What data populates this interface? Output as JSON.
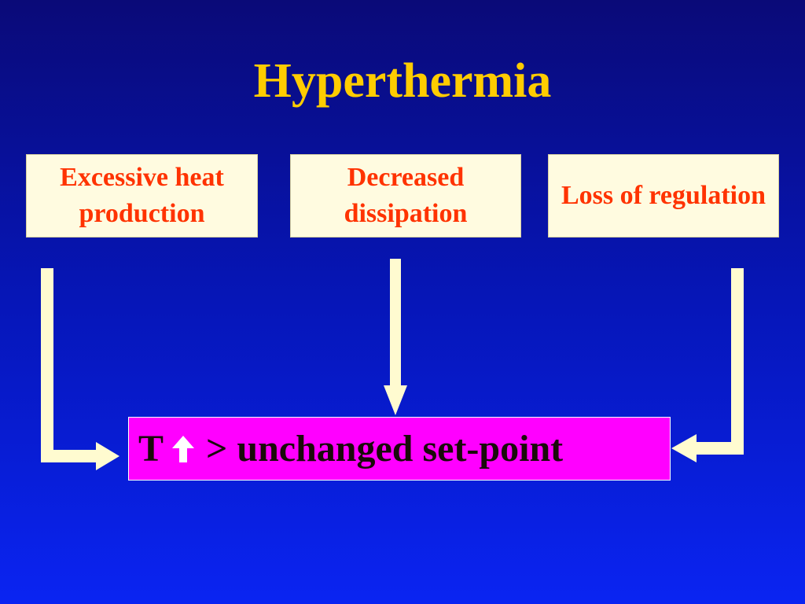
{
  "title": "Hyperthermia",
  "causes": [
    {
      "text": "Excessive heat production"
    },
    {
      "text": "Decreased dissipation"
    },
    {
      "text": "Loss of regulation"
    }
  ],
  "result": {
    "prefix": "T",
    "arrow_icon": "up-arrow-icon",
    "suffix": "> unchanged set-point"
  },
  "colors": {
    "background_top": "#0a0a78",
    "background_bottom": "#0a24f2",
    "title": "#ffcc00",
    "cause_fill": "#fffbe0",
    "cause_text": "#ff3300",
    "connector": "#fffbd0",
    "result_fill": "#ff00ff",
    "result_text": "#1a0a0a",
    "up_arrow": "#ffffff"
  }
}
